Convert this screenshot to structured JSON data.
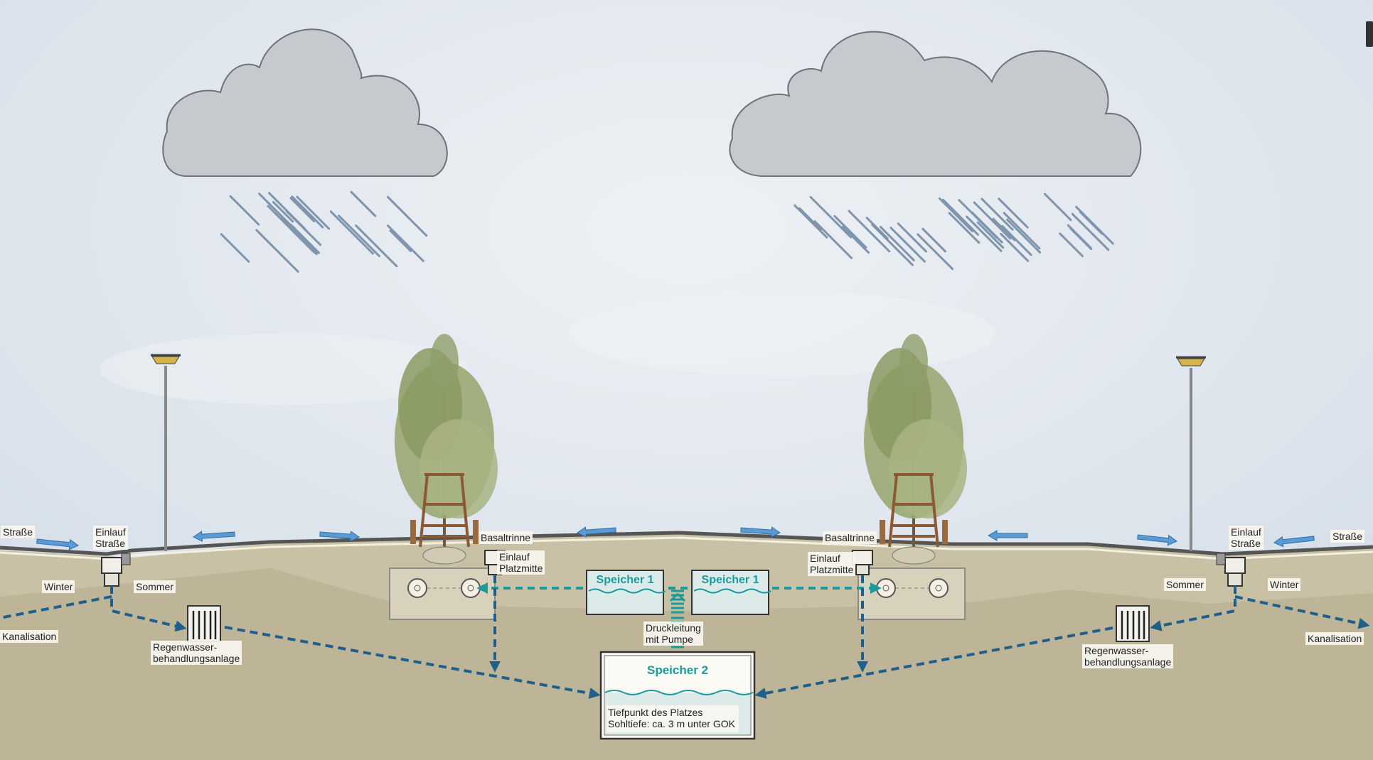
{
  "labels": {
    "strasse_left": "Straße",
    "strasse_right": "Straße",
    "einlauf_strasse_left": "Einlauf\nStraße",
    "einlauf_strasse_right": "Einlauf\nStraße",
    "winter_left": "Winter",
    "winter_right": "Winter",
    "sommer_left": "Sommer",
    "sommer_right": "Sommer",
    "kanalisation_left": "Kanalisation",
    "kanalisation_right": "Kanalisation",
    "regenwasser_left": "Regenwasser-\nbehandlungsanlage",
    "regenwasser_right": "Regenwasser-\nbehandlungsanlage",
    "basaltrinne_left": "Basaltrinne",
    "basaltrinne_right": "Basaltrinne",
    "einlauf_platzmitte_left": "Einlauf\nPlatzmitte",
    "einlauf_platzmitte_right": "Einlauf\nPlatzmitte",
    "druckleitung": "Druckleitung\nmit Pumpe"
  },
  "tanks": {
    "speicher1_left": "Speicher 1",
    "speicher1_right": "Speicher 1",
    "speicher2": "Speicher 2",
    "speicher2_note": "Tiefpunkt des Platzes\nSohltiefe: ca. 3 m unter GOK"
  },
  "colors": {
    "sky": "#dfe6ee",
    "ground": "#c9c1a6",
    "ground_deep": "#bdb497",
    "teal": "#1a9a9a",
    "pipe_blue": "#1f5f8b",
    "arrow_blue": "#5b9bd5",
    "cloud": "#c6c9cd",
    "rain": "#7e95ad"
  },
  "icons": [
    "cloud-icon",
    "rain-icon",
    "tree-icon",
    "street-lamp-icon",
    "inlet-icon",
    "treatment-plant-icon",
    "flow-arrow-icon"
  ]
}
